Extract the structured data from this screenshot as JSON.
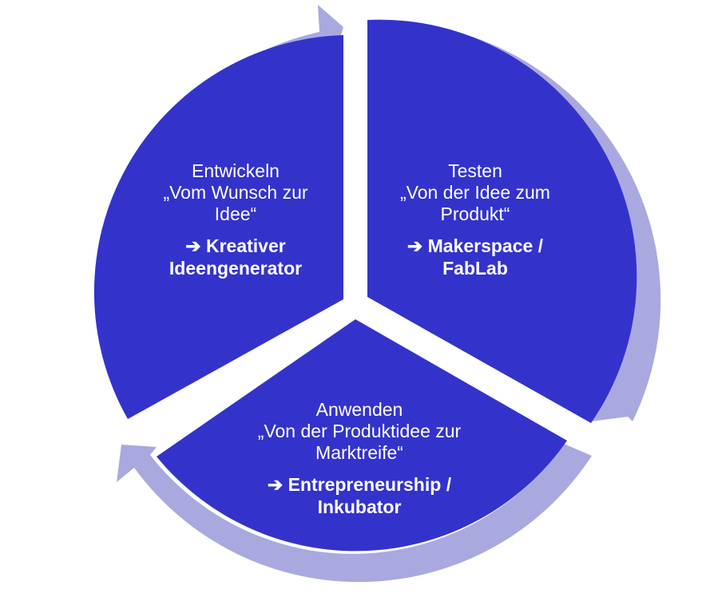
{
  "diagram": {
    "colors": {
      "segment_fill": "#3333cc",
      "ring_fill": "#a9a9df",
      "background": "#ffffff",
      "text": "#ffffff"
    },
    "segments": [
      {
        "id": "entwickeln",
        "title": "Entwickeln",
        "quote_line1": "„Vom Wunsch zur",
        "quote_line2": "Idee“",
        "arrow": "➔",
        "result_line1": "Kreativer",
        "result_line2": "Ideengenerator"
      },
      {
        "id": "testen",
        "title": "Testen",
        "quote_line1": "„Von der Idee zum",
        "quote_line2": "Produkt“",
        "arrow": "➔",
        "result_line1": "Makerspace /",
        "result_line2": "FabLab"
      },
      {
        "id": "anwenden",
        "title": "Anwenden",
        "quote_line1": "„Von der Produktidee zur",
        "quote_line2": "Marktreife“",
        "arrow": "➔",
        "result_line1": "Entrepreneurship /",
        "result_line2": "Inkubator"
      }
    ]
  }
}
